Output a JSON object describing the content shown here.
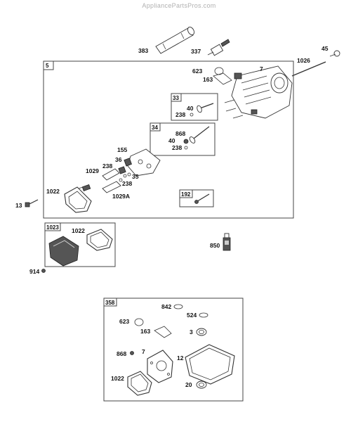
{
  "watermark": "AppliancePartsPros.com",
  "boxes": {
    "main": "5",
    "valve_intake": "33",
    "valve_exhaust": "34",
    "breather_kit": "192",
    "cover_kit": "1023",
    "gasket_set": "358"
  },
  "labels": {
    "p383": "383",
    "p337": "337",
    "p1026": "1026",
    "p45": "45",
    "p623": "623",
    "p163": "163",
    "p7": "7",
    "p40a": "40",
    "p238a": "238",
    "p868": "868",
    "p40b": "40",
    "p238b": "238",
    "p155": "155",
    "p36": "36",
    "p238c": "238",
    "p1029": "1029",
    "p35": "35",
    "p238d": "238",
    "p1029A": "1029A",
    "p1022": "1022",
    "p13": "13",
    "p1022b": "1022",
    "p850": "850",
    "p914": "914",
    "g842": "842",
    "g524": "524",
    "g623": "623",
    "g163": "163",
    "g3": "3",
    "g868": "868",
    "g7": "7",
    "g12": "12",
    "g1022": "1022",
    "g20": "20"
  }
}
